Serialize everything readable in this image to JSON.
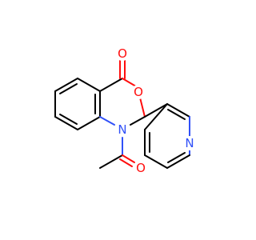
{
  "molecule": {
    "atoms": {
      "carbonyl_oxygen": {
        "symbol": "O",
        "color": "#ff0d0d"
      },
      "ring_oxygen": {
        "symbol": "O",
        "color": "#ff0d0d"
      },
      "ring_nitrogen": {
        "symbol": "N",
        "color": "#3050f8"
      },
      "acetyl_oxygen": {
        "symbol": "O",
        "color": "#ff0d0d"
      },
      "pyridine_nitrogen": {
        "symbol": "N",
        "color": "#3050f8"
      }
    },
    "bond_color": "#000000"
  }
}
